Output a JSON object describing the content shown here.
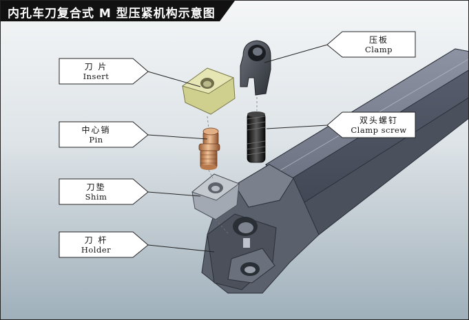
{
  "title": "内孔车刀复合式 M 型压紧机构示意图",
  "parts": {
    "clamp": {
      "zh": "压板",
      "en": "Clamp"
    },
    "insert": {
      "zh": "刀 片",
      "en": "Insert"
    },
    "clamp_screw": {
      "zh": "双头螺钉",
      "en": "Clamp screw"
    },
    "pin": {
      "zh": "中心销",
      "en": "Pin"
    },
    "shim": {
      "zh": "刀垫",
      "en": "Shim"
    },
    "holder": {
      "zh": "刀 杆",
      "en": "Holder"
    }
  },
  "colors": {
    "title_bg": "#111111",
    "holder": "#5d6472",
    "insert": "#dcdca2",
    "pin": "#c98a5a",
    "screw": "#1c1c1c",
    "clamp": "#4a4f57",
    "shim": "#9aa0a8"
  }
}
